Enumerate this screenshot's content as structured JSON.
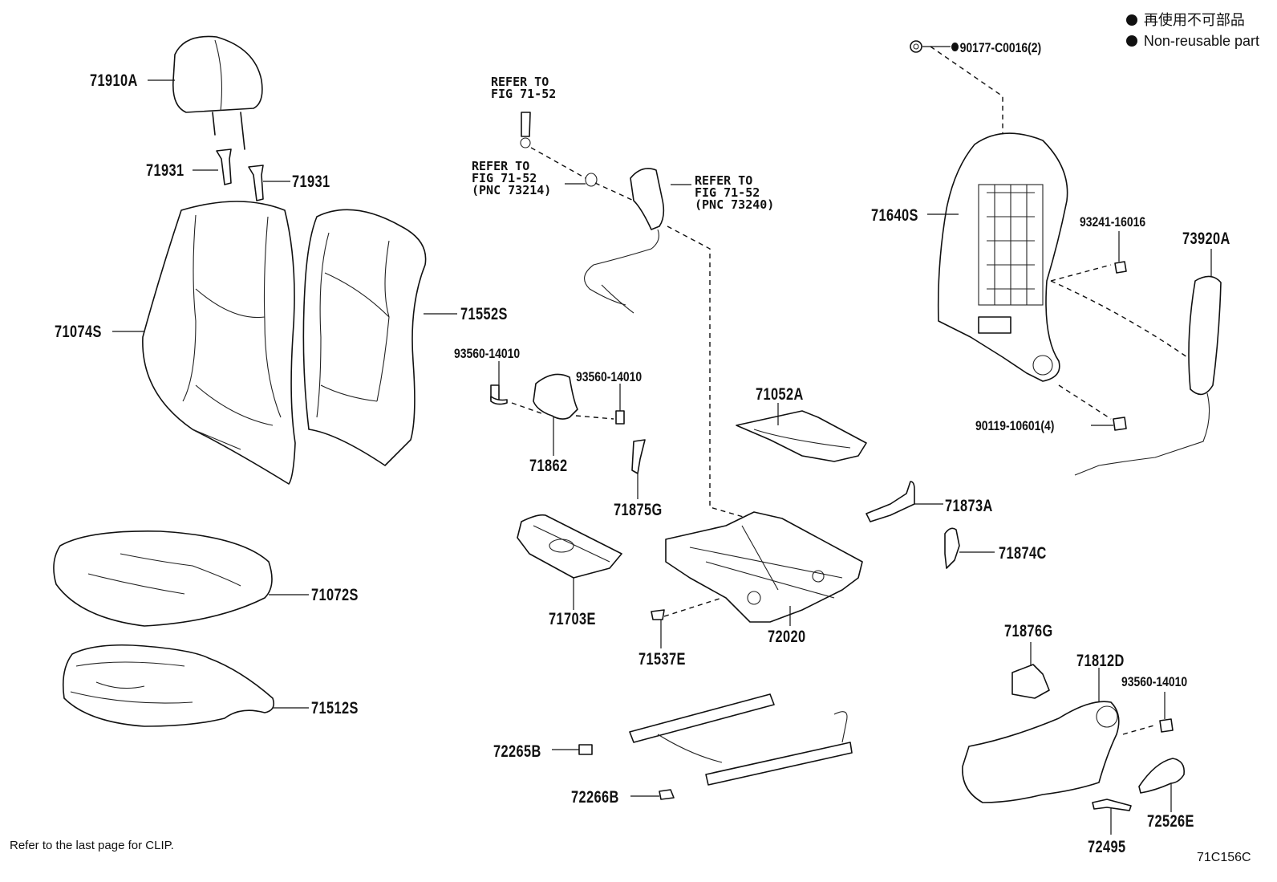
{
  "legend": {
    "non_reusable_jp": "再使用不可部品",
    "non_reusable_en": "Non-reusable part"
  },
  "parts": {
    "p71910A": "71910A",
    "p71931_left": "71931",
    "p71931_right": "71931",
    "p71074S": "71074S",
    "p71552S": "71552S",
    "p71072S": "71072S",
    "p71512S": "71512S",
    "p93560_14010_a": "93560-14010",
    "p93560_14010_b": "93560-14010",
    "p71862": "71862",
    "p71875G": "71875G",
    "p71703E": "71703E",
    "p71537E": "71537E",
    "p72020": "72020",
    "p71052A": "71052A",
    "p72265B": "72265B",
    "p72266B": "72266B",
    "p90177_C0016": "90177-C0016(2)",
    "p71640S": "71640S",
    "p93241_16016": "93241-16016",
    "p73920A": "73920A",
    "p90119_10601": "90119-10601(4)",
    "p71873A": "71873A",
    "p71874C": "71874C",
    "p71876G": "71876G",
    "p71812D": "71812D",
    "p93560_14010_c": "93560-14010",
    "p72526E": "72526E",
    "p72495": "72495"
  },
  "refs": {
    "ref1_line1": "REFER TO",
    "ref1_line2": "FIG 71-52",
    "ref2_line1": "REFER TO",
    "ref2_line2": "FIG 71-52",
    "ref2_line3": "(PNC 73214)",
    "ref3_line1": "REFER TO",
    "ref3_line2": "FIG 71-52",
    "ref3_line3": "(PNC 73240)"
  },
  "footer_note": "Refer to the last page for CLIP.",
  "figure_code": "71C156C"
}
